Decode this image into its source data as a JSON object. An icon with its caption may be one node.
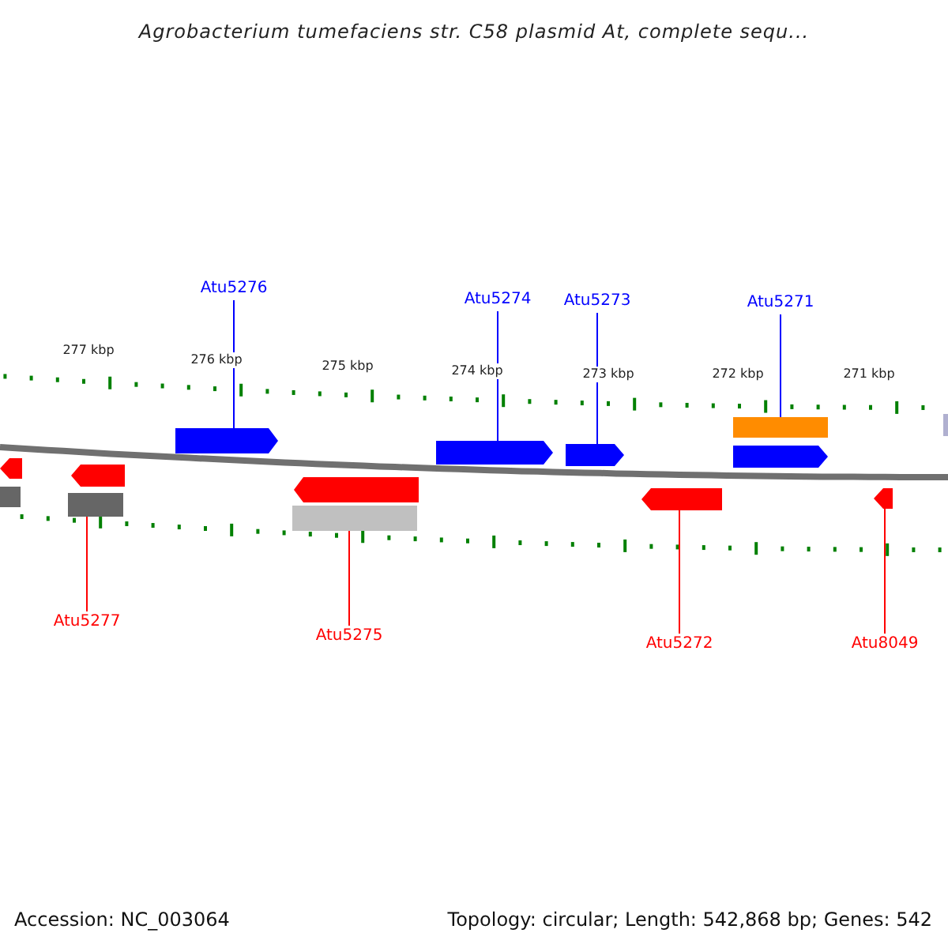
{
  "diagram": {
    "title": "Agrobacterium tumefaciens str. C58 plasmid At, complete sequ...",
    "nodes": [
      {
        "text": [
          "Atu5276"
        ]
      },
      {
        "text": [
          "Atu5274"
        ]
      },
      {
        "text": [
          "Atu5273"
        ]
      },
      {
        "text": [
          "Atu5271"
        ]
      },
      {
        "text": [],
        "shape": "bar"
      },
      {
        "text": [],
        "shape": "bar"
      },
      {
        "text": [],
        "shape": "bar"
      },
      {
        "text": [],
        "shape": "bar"
      },
      {
        "text": [],
        "shape": "bar"
      },
      {
        "text": [],
        "shape": "bar"
      },
      {
        "text": [],
        "shape": "bar"
      },
      {
        "text": [],
        "shape": "bar"
      },
      {
        "text": [],
        "shape": "bar"
      },
      {
        "text": [],
        "shape": "bar"
      },
      {
        "text": [],
        "shape": "bar"
      },
      {
        "text": [],
        "shape": "bar"
      },
      {
        "text": [],
        "shape": "bar"
      },
      {
        "text": [],
        "shape": "bar"
      },
      {
        "text": [
          "Atu5277"
        ]
      },
      {
        "text": [
          "Atu5275"
        ]
      },
      {
        "text": [
          "Atu5272"
        ]
      },
      {
        "text": [
          "Atu8049"
        ]
      }
    ],
    "edges": [
      {
        "from": 0,
        "to": 6,
        "arrow": "none"
      },
      {
        "from": 1,
        "to": 7,
        "arrow": "none"
      },
      {
        "from": 2,
        "to": 8,
        "arrow": "none"
      },
      {
        "from": 3,
        "to": 4,
        "arrow": "none"
      },
      {
        "from": 18,
        "to": 16,
        "arrow": "none",
        "color": "#ff0000"
      },
      {
        "from": 19,
        "to": 17,
        "arrow": "none",
        "color": "#ff0000"
      },
      {
        "from": 20,
        "to": 13,
        "arrow": "none",
        "color": "#ff0000"
      },
      {
        "from": 21,
        "to": 14,
        "arrow": "none",
        "color": "#ff0000"
      }
    ],
    "labels": [
      "277 kbp",
      "276 kbp",
      "275 kbp",
      "274 kbp",
      "273 kbp",
      "272 kbp",
      "271 kbp",
      "Accession: NC_003064",
      "Topology: circular; Length: 542,868 bp; Genes: 542"
    ]
  }
}
